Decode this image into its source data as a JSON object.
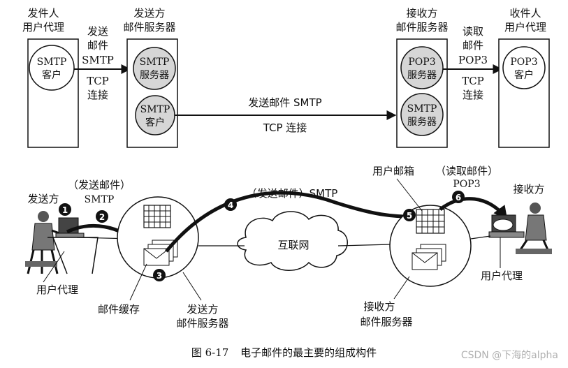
{
  "top": {
    "sender_agent": [
      "发件人",
      "用户代理"
    ],
    "smtp_client": [
      "SMTP",
      "客户"
    ],
    "send_link": [
      "发送",
      "邮件",
      "SMTP",
      "TCP",
      "连接"
    ],
    "sender_server_title": [
      "发送方",
      "邮件服务器"
    ],
    "sender_smtp_server": [
      "SMTP",
      "服务器"
    ],
    "sender_smtp_client": [
      "SMTP",
      "客户"
    ],
    "middle_link_top": "发送邮件 SMTP",
    "middle_link_bottom": "TCP 连接",
    "receiver_server_title": [
      "接收方",
      "邮件服务器"
    ],
    "pop3_server": [
      "POP3",
      "服务器"
    ],
    "receiver_smtp_server": [
      "SMTP",
      "服务器"
    ],
    "read_link": [
      "读取",
      "邮件",
      "POP3",
      "TCP",
      "连接"
    ],
    "receiver_agent": [
      "收件人",
      "用户代理"
    ],
    "pop3_client": [
      "POP3",
      "客户"
    ]
  },
  "bottom": {
    "sender": "发送方",
    "send_mail_label": [
      "（发送邮件）",
      "SMTP"
    ],
    "user_agent_left": "用户代理",
    "mail_cache": "邮件缓存",
    "sender_server": [
      "发送方",
      "邮件服务器"
    ],
    "internet_label": "（发送邮件）SMTP",
    "internet": "互联网",
    "mailbox": "用户邮箱",
    "read_mail_label": [
      "（读取邮件）",
      "POP3"
    ],
    "receiver": "接收方",
    "user_agent_right": "用户代理",
    "receiver_server": [
      "接收方",
      "邮件服务器"
    ],
    "steps": [
      "1",
      "2",
      "3",
      "4",
      "5",
      "6"
    ]
  },
  "caption": {
    "figure": "图 6-17",
    "title": "电子邮件的最主要的组成构件"
  },
  "watermark": "CSDN @下海的alpha"
}
